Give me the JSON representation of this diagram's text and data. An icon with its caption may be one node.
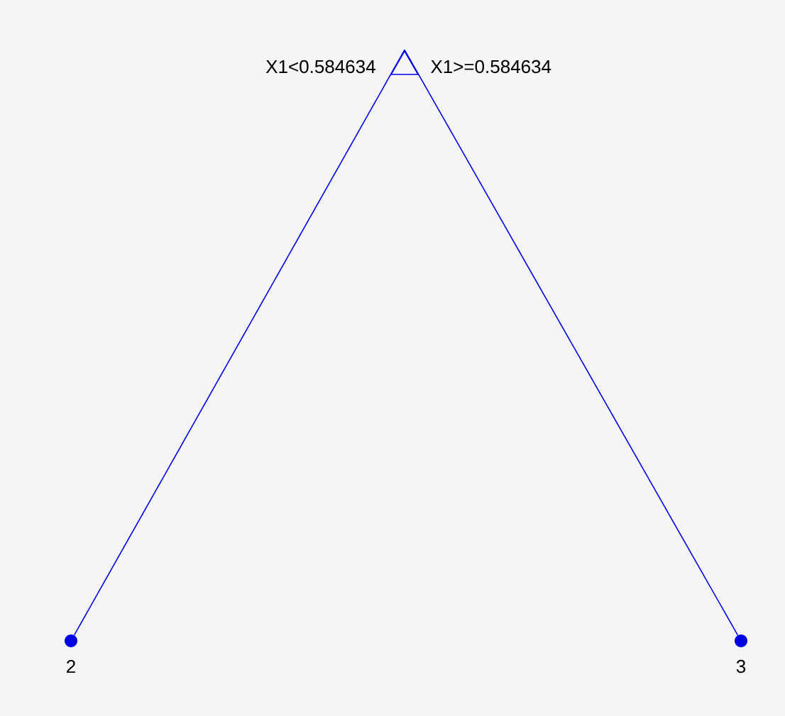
{
  "diagram": {
    "nodes": [
      {
        "text": [],
        "shape": "triangle",
        "beside": [
          "X1<0.584634",
          "X1>=0.584634"
        ]
      },
      {
        "text": [],
        "shape": "circle",
        "beside": [
          "2"
        ]
      },
      {
        "text": [],
        "shape": "circle",
        "beside": [
          "3"
        ]
      }
    ],
    "edges": [
      {
        "from": 0,
        "to": 1,
        "arrow": "none"
      },
      {
        "from": 0,
        "to": 2,
        "arrow": "none"
      }
    ]
  }
}
